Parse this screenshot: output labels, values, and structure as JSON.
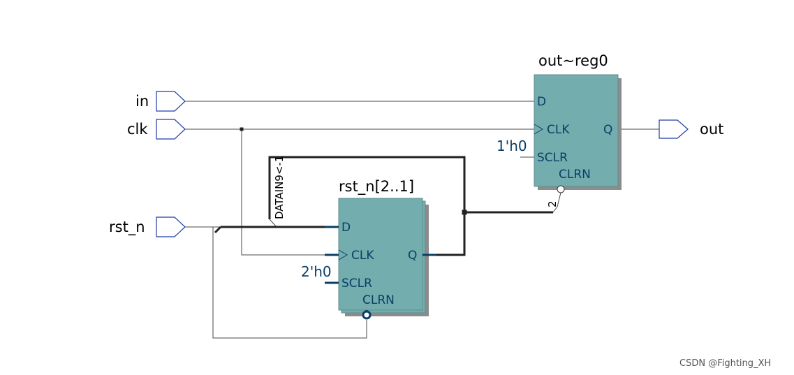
{
  "ports": {
    "in_label": "in",
    "clk_label": "clk",
    "rst_n_label": "rst_n",
    "out_label": "out"
  },
  "reg_out": {
    "title": "out~reg0",
    "pin_d": "D",
    "pin_clk": "CLK",
    "pin_sclr": "SCLR",
    "pin_clrn": "CLRN",
    "pin_q": "Q",
    "sclr_const": "1'h0"
  },
  "reg_rst": {
    "title": "rst_n[2..1]",
    "pin_d": "D",
    "pin_clk": "CLK",
    "pin_sclr": "SCLR",
    "pin_clrn": "CLRN",
    "pin_q": "Q",
    "sclr_const": "2'h0"
  },
  "bus_labels": {
    "datain": "DATAIN9<-1",
    "tap_index": "2"
  },
  "watermark": "CSDN @Fighting_XH",
  "colors": {
    "register_fill": "#73adad",
    "register_shadow": "#8c8c8c",
    "port_stroke": "#1f3ca8",
    "wire": "#4a4a4a",
    "bus": "#222222",
    "pin_text": "#0b3e66"
  }
}
